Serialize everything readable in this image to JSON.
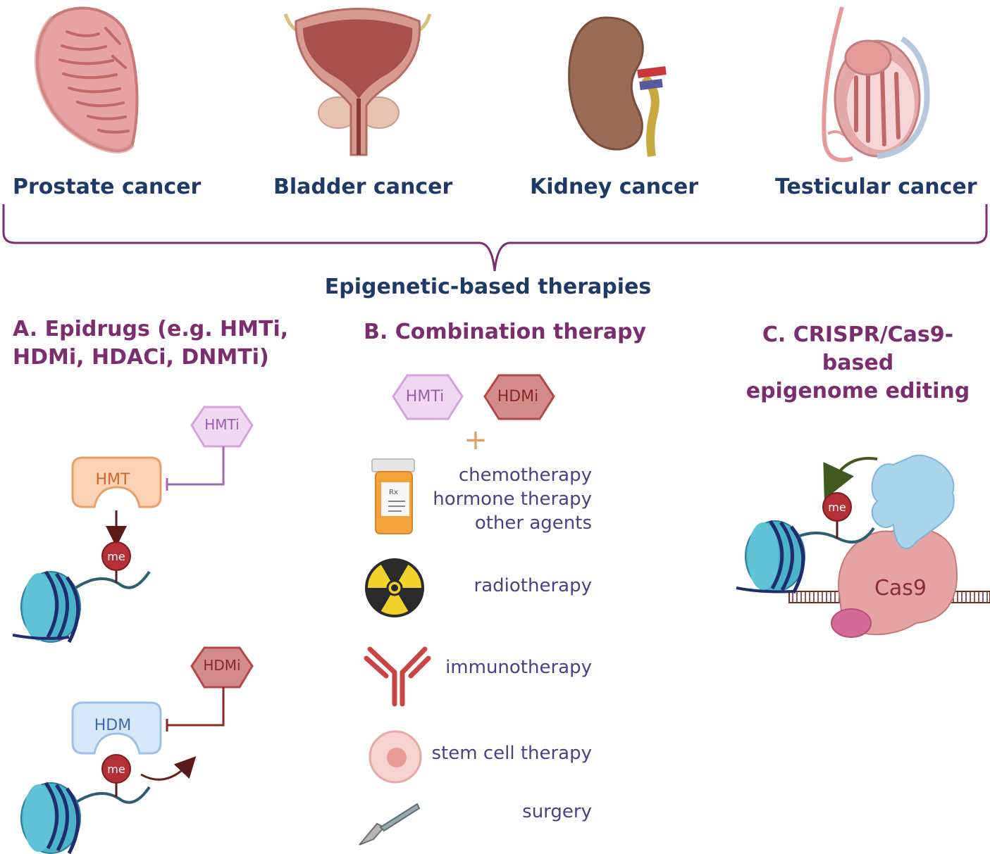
{
  "organs": [
    {
      "label": "Prostate cancer"
    },
    {
      "label": "Bladder cancer"
    },
    {
      "label": "Kidney cancer"
    },
    {
      "label": "Testicular cancer"
    }
  ],
  "center_title": "Epigenetic-based therapies",
  "section_a": {
    "title_line1": "A. Epidrugs (e.g. HMTi,",
    "title_line2": "HDMi, HDACi, DNMTi)",
    "hmti": "HMTi",
    "hmt": "HMT",
    "hdmi": "HDMi",
    "hdm": "HDM",
    "me": "me"
  },
  "section_b": {
    "title": "B. Combination therapy",
    "hmti": "HMTi",
    "hdmi": "HDMi",
    "plus": "+",
    "rx": "Rx",
    "therapies": {
      "chemo": "chemotherapy",
      "hormone": "hormone therapy",
      "other": "other agents",
      "radio": "radiotherapy",
      "immuno": "immunotherapy",
      "stem": "stem cell therapy",
      "surgery": "surgery"
    }
  },
  "section_c": {
    "title_line1": "C. CRISPR/Cas9-",
    "title_line2": "based",
    "title_line3": "epigenome editing",
    "cas9": "Cas9",
    "me": "me"
  },
  "colors": {
    "navy": "#1f3a68",
    "purple": "#7b2d6e",
    "therapy_text": "#4b3f86",
    "bracket": "#7b2d6e",
    "nucleosome": "#4ab3c9",
    "me_red": "#b52f36"
  }
}
